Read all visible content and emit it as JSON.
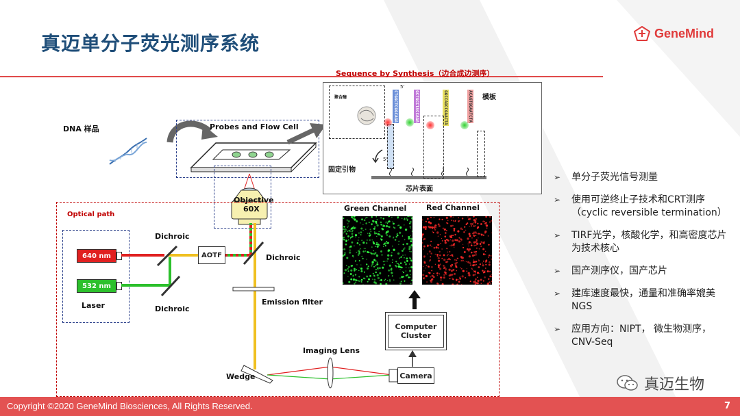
{
  "title": "真迈单分子荧光测序系统",
  "logo": {
    "text": "GeneMind"
  },
  "diagram": {
    "sbs_title": "Sequence by Synthesis（边合成边测序）",
    "template_label": "模板",
    "enzyme_label": "聚合酶",
    "primer_label": "固定引物",
    "chip_surface_label": "芯片表面",
    "dna_sample_label": "DNA 样品",
    "probes_label": "Probes and Flow Cell",
    "objective_label": "Objective",
    "objective_mag": "60X",
    "optical_path_label": "Optical path",
    "laser_640": "640 nm",
    "laser_532": "532 nm",
    "laser_label": "Laser",
    "dichroic_top": "Dichroic",
    "dichroic_bottom": "Dichroic",
    "dichroic_right": "Dichroic",
    "aotf": "AOTF",
    "emission_filter": "Emission filter",
    "imaging_lens": "Imaging Lens",
    "wedge": "Wedge",
    "camera": "Camera",
    "computer_cluster": "Computer Cluster",
    "green_channel": "Green Channel",
    "red_channel": "Red Channel",
    "five_prime_top": "5'",
    "five_prime_bottom": "5'",
    "strands": [
      {
        "color": "#6a8fd8",
        "seq": "CTGGCTCGGCAGA"
      },
      {
        "color": "#c07ad8",
        "seq": "GCTGCCTACCAGA"
      },
      {
        "color": "#e8e060",
        "seq": "GGCCAGCCGAACTA"
      },
      {
        "color": "#f0a0a0",
        "seq": "ACAGTGGAATCTA"
      }
    ]
  },
  "bullets": [
    "单分子荧光信号测量",
    "使用可逆终止子技术和CRT测序（cyclic reversible termination）",
    "TIRF光学，核酸化学，和高密度芯片为技术核心",
    "国产测序仪，国产芯片",
    "建库速度最快，通量和准确率媲美NGS",
    "应用方向：NIPT， 微生物测序，CNV-Seq"
  ],
  "watermark": "真迈生物",
  "footer": {
    "copyright": "Copyright ©2020 GeneMind Biosciences, All Rights Reserved.",
    "page": "7"
  },
  "colors": {
    "title": "#1f4e79",
    "accent": "#e35252",
    "laser_red": "#e02020",
    "laser_green": "#2cc02c",
    "beam_yellow": "#f0c020"
  }
}
